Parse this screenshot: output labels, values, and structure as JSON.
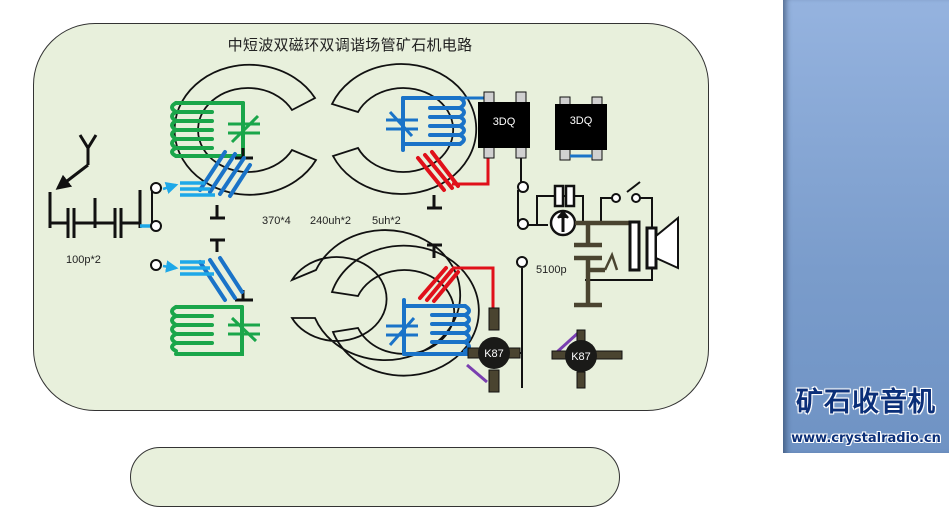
{
  "diagram": {
    "title": "中短波双磁环双调谐场管矿石机电路",
    "labels": {
      "antenna_caps": "100p*2",
      "tuning_caps": "370*4",
      "main_coils": "240uh*2",
      "coupling_coils": "5uh*2",
      "bypass_cap": "5100p"
    },
    "components": {
      "detector_chip_1": "3DQ",
      "detector_chip_2": "3DQ",
      "fet_1": "K87",
      "fet_2": "K87"
    },
    "colors": {
      "panel_bg": "#e8f0dc",
      "coil_green": "#1aa64a",
      "coil_blue": "#1a73c8",
      "coil_light_blue": "#1ea8e8",
      "coil_red": "#e0101a",
      "wire_brown": "#4a4430",
      "wire_purple": "#7a3fb0"
    }
  },
  "branding": {
    "name": "矿石收音机",
    "url": "www.crystalradio.cn"
  }
}
